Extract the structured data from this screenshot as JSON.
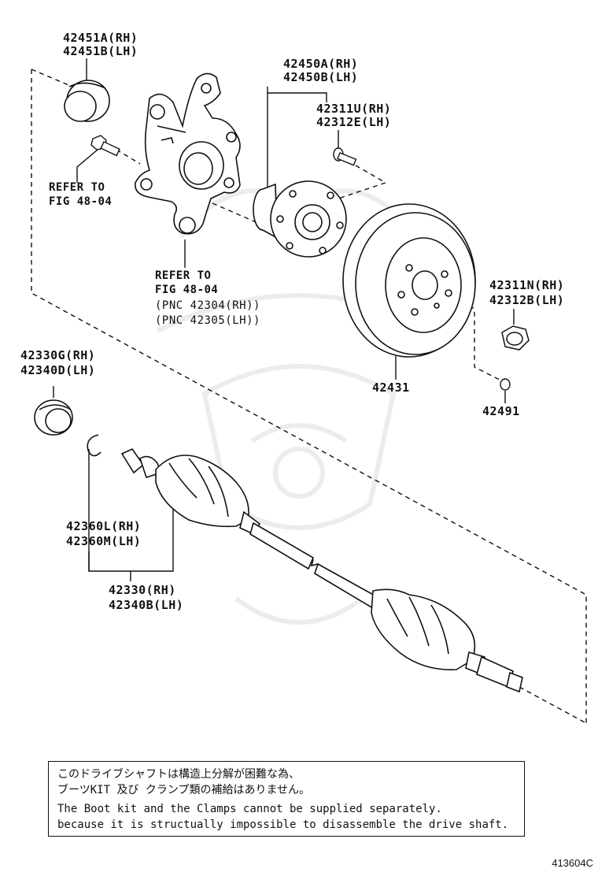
{
  "labels": {
    "oil_seal": [
      "42451A(RH)",
      "42451B(LH)"
    ],
    "hub_bearing": [
      "42450A(RH)",
      "42450B(LH)"
    ],
    "hub_bolt": [
      "42311U(RH)",
      "42312E(LH)"
    ],
    "refer_upper": [
      "REFER TO",
      "FIG 48-04"
    ],
    "refer_lower": [
      "REFER TO",
      "FIG 48-04",
      "(PNC 42304(RH))",
      "(PNC 42305(LH))"
    ],
    "nut": [
      "42311N(RH)",
      "42312B(LH)"
    ],
    "disc": "42431",
    "plug": "42491",
    "seal2": [
      "42330G(RH)",
      "42340D(LH)"
    ],
    "boot_kit": [
      "42360L(RH)",
      "42360M(LH)"
    ],
    "shaft": [
      "42330(RH)",
      "42340B(LH)"
    ]
  },
  "note": {
    "jp_line1": "このドライブシャフトは構造上分解が困難な為、",
    "jp_line2": "ブーツKIT 及び クランプ類の補給はありません。",
    "en_line1": "The Boot kit and the Clamps cannot be supplied separately.",
    "en_line2": "because it is structually impossible to disassemble the drive shaft."
  },
  "illustration_code": "413604C"
}
